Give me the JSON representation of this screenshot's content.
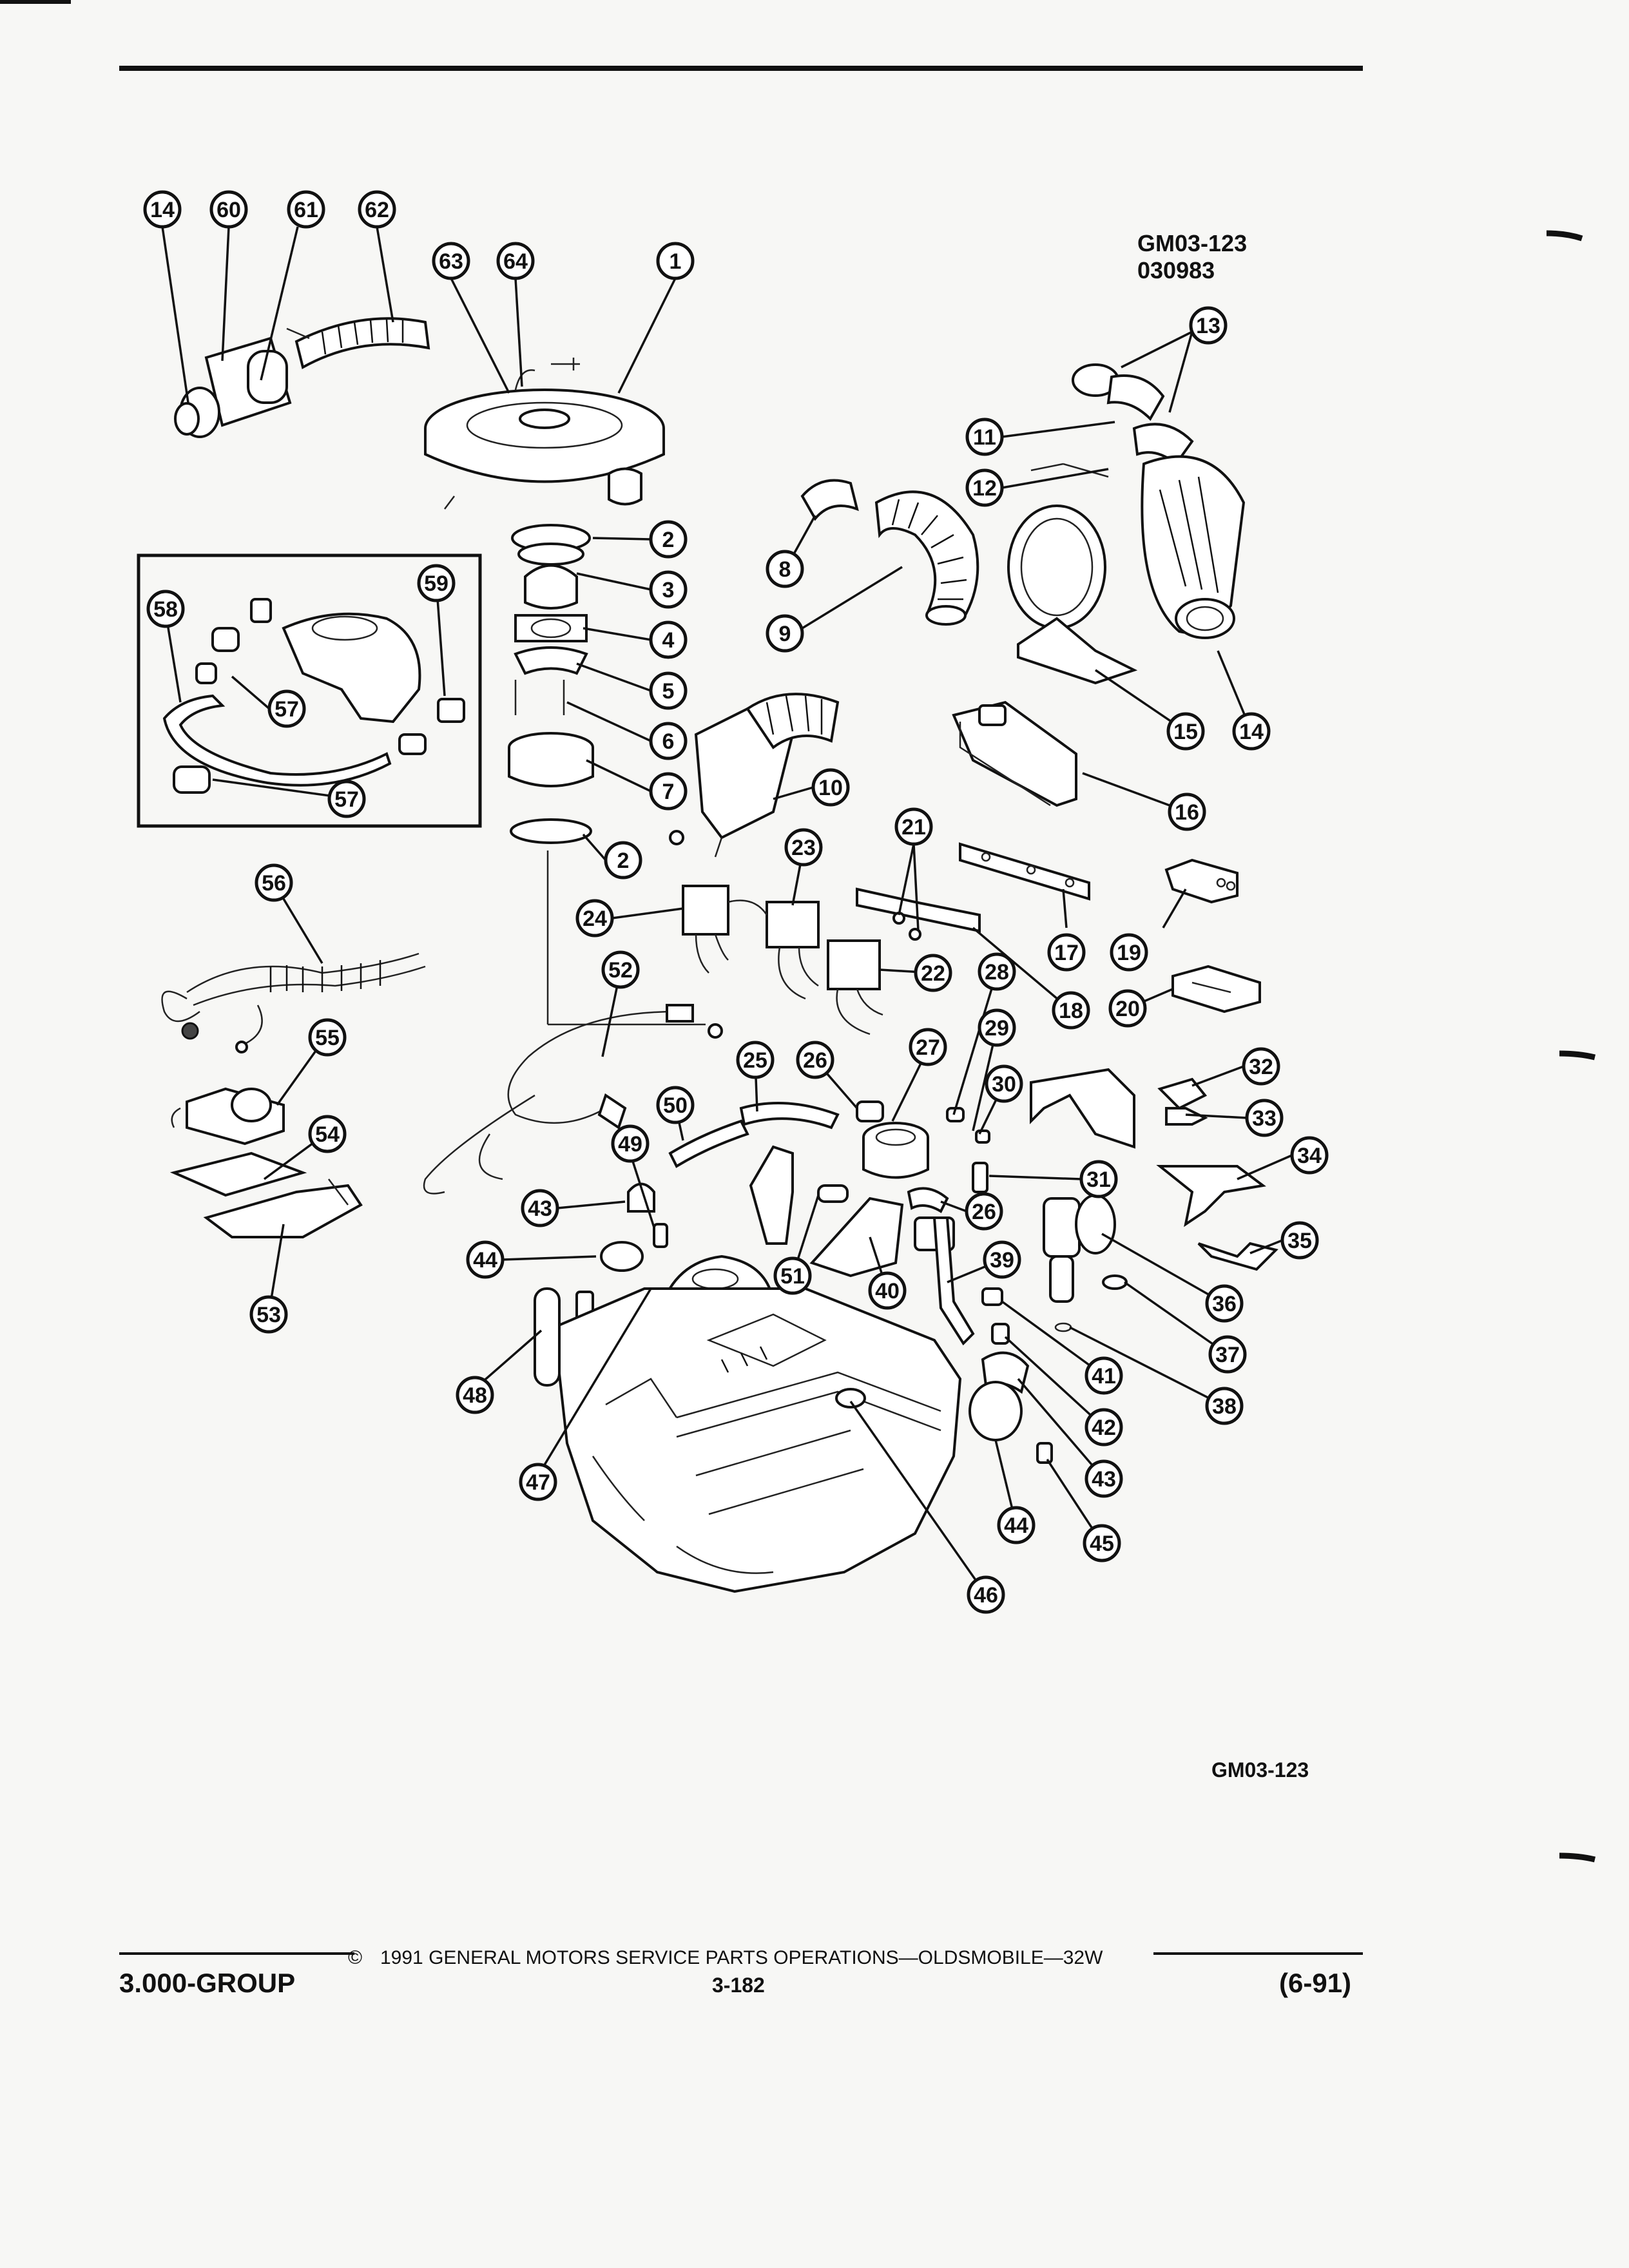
{
  "header": {
    "diagram_ref": "GM03-123",
    "diagram_date": "030983"
  },
  "diagram": {
    "bottom_ref": "GM03-123",
    "callouts": [
      {
        "id": "c14a",
        "label": "14"
      },
      {
        "id": "c60",
        "label": "60"
      },
      {
        "id": "c61",
        "label": "61"
      },
      {
        "id": "c62",
        "label": "62"
      },
      {
        "id": "c63",
        "label": "63"
      },
      {
        "id": "c64",
        "label": "64"
      },
      {
        "id": "c1",
        "label": "1"
      },
      {
        "id": "c13",
        "label": "13"
      },
      {
        "id": "c11",
        "label": "11"
      },
      {
        "id": "c12",
        "label": "12"
      },
      {
        "id": "c2a",
        "label": "2"
      },
      {
        "id": "c3",
        "label": "3"
      },
      {
        "id": "c4",
        "label": "4"
      },
      {
        "id": "c5",
        "label": "5"
      },
      {
        "id": "c6",
        "label": "6"
      },
      {
        "id": "c7",
        "label": "7"
      },
      {
        "id": "c2b",
        "label": "2"
      },
      {
        "id": "c8",
        "label": "8"
      },
      {
        "id": "c9",
        "label": "9"
      },
      {
        "id": "c10",
        "label": "10"
      },
      {
        "id": "c15",
        "label": "15"
      },
      {
        "id": "c14b",
        "label": "14"
      },
      {
        "id": "c16",
        "label": "16"
      },
      {
        "id": "c59",
        "label": "59"
      },
      {
        "id": "c58",
        "label": "58"
      },
      {
        "id": "c57a",
        "label": "57"
      },
      {
        "id": "c57b",
        "label": "57"
      },
      {
        "id": "c56",
        "label": "56"
      },
      {
        "id": "c55",
        "label": "55"
      },
      {
        "id": "c54",
        "label": "54"
      },
      {
        "id": "c53",
        "label": "53"
      },
      {
        "id": "c21",
        "label": "21"
      },
      {
        "id": "c23",
        "label": "23"
      },
      {
        "id": "c24",
        "label": "24"
      },
      {
        "id": "c22",
        "label": "22"
      },
      {
        "id": "c18",
        "label": "18"
      },
      {
        "id": "c17",
        "label": "17"
      },
      {
        "id": "c19",
        "label": "19"
      },
      {
        "id": "c20",
        "label": "20"
      },
      {
        "id": "c52",
        "label": "52"
      },
      {
        "id": "c28",
        "label": "28"
      },
      {
        "id": "c29",
        "label": "29"
      },
      {
        "id": "c27",
        "label": "27"
      },
      {
        "id": "c25",
        "label": "25"
      },
      {
        "id": "c26a",
        "label": "26"
      },
      {
        "id": "c30",
        "label": "30"
      },
      {
        "id": "c32",
        "label": "32"
      },
      {
        "id": "c33",
        "label": "33"
      },
      {
        "id": "c34",
        "label": "34"
      },
      {
        "id": "c31",
        "label": "31"
      },
      {
        "id": "c26b",
        "label": "26"
      },
      {
        "id": "c35",
        "label": "35"
      },
      {
        "id": "c50",
        "label": "50"
      },
      {
        "id": "c49",
        "label": "49"
      },
      {
        "id": "c43a",
        "label": "43"
      },
      {
        "id": "c44a",
        "label": "44"
      },
      {
        "id": "c51",
        "label": "51"
      },
      {
        "id": "c40",
        "label": "40"
      },
      {
        "id": "c39",
        "label": "39"
      },
      {
        "id": "c36",
        "label": "36"
      },
      {
        "id": "c37",
        "label": "37"
      },
      {
        "id": "c41",
        "label": "41"
      },
      {
        "id": "c38",
        "label": "38"
      },
      {
        "id": "c48",
        "label": "48"
      },
      {
        "id": "c42",
        "label": "42"
      },
      {
        "id": "c47",
        "label": "47"
      },
      {
        "id": "c43b",
        "label": "43"
      },
      {
        "id": "c44b",
        "label": "44"
      },
      {
        "id": "c45",
        "label": "45"
      },
      {
        "id": "c46",
        "label": "46"
      }
    ]
  },
  "footer": {
    "copyright_symbol": "©",
    "copyright_line": "1991 GENERAL MOTORS SERVICE PARTS OPERATIONS—OLDSMOBILE—32W",
    "group": "3.000-GROUP",
    "page_number": "3-182",
    "revision": "(6-91)"
  }
}
